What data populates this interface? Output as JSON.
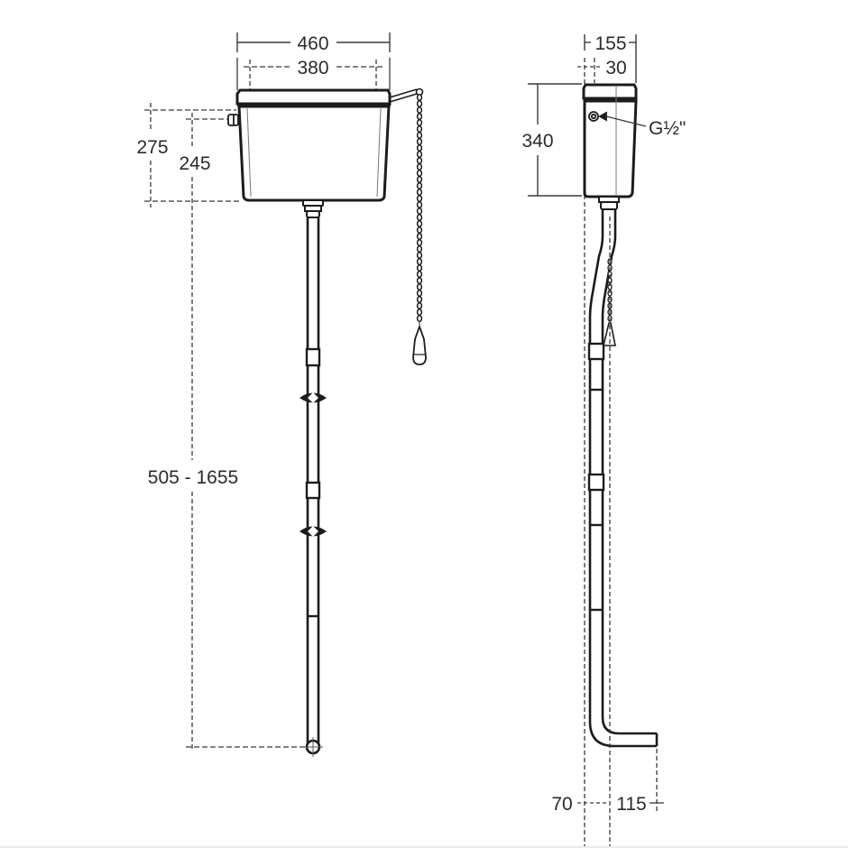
{
  "drawing": {
    "subject": "High-level cistern with flush pipe and pull chain",
    "colors": {
      "background": "#ffffff",
      "line": "#1c1c1c",
      "dimension_line": "#3a3a3a",
      "text": "#2b2b2b"
    },
    "front_view": {
      "dimensions": {
        "overall_width": "460",
        "fixing_centres": "380",
        "fixing_height_outer": "275",
        "inlet_height": "245",
        "pipe_drop_range": "505 - 1655"
      },
      "components": [
        "cistern-body",
        "cistern-lid",
        "side-inlet",
        "flush-lever",
        "pull-chain",
        "pull-handle",
        "flush-pipe",
        "pipe-bracket-upper",
        "pipe-bracket-lower",
        "pipe-outlet"
      ]
    },
    "side_view": {
      "dimensions": {
        "overall_depth": "155",
        "wall_offset": "30",
        "cistern_height": "340",
        "pipe_wall_offset": "70",
        "pipe_projection": "115"
      },
      "callouts": {
        "inlet_thread": "G½\""
      },
      "components": [
        "cistern-body",
        "cistern-lid",
        "inlet-connector",
        "cranked-flush-pipe",
        "pull-chain",
        "pull-handle",
        "pipe-elbow"
      ]
    }
  }
}
